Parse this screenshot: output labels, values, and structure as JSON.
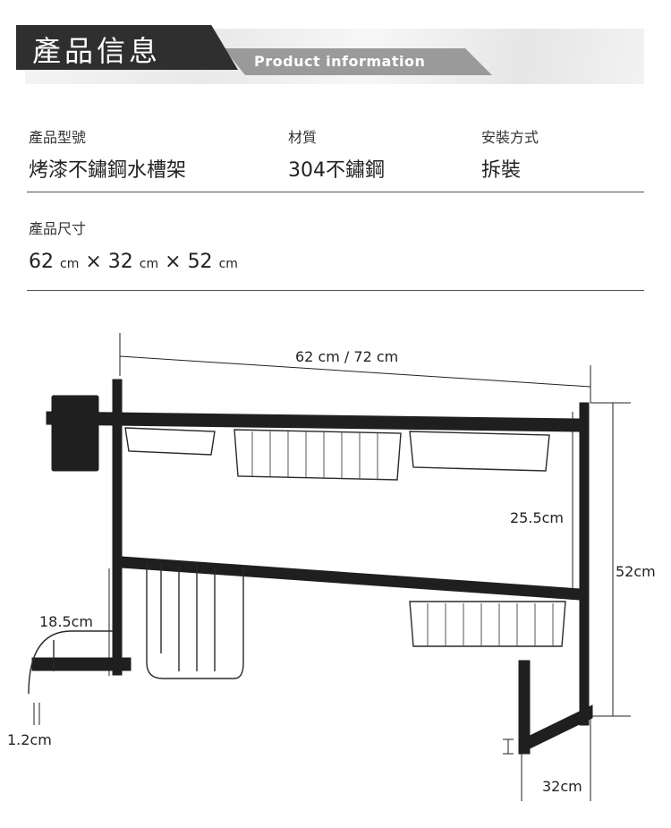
{
  "header": {
    "title": "產品信息",
    "subtitle": "Product information"
  },
  "specs": {
    "model_label": "產品型號",
    "model_value": "烤漆不鏽鋼水槽架",
    "material_label": "材質",
    "material_value": "304不鏽鋼",
    "install_label": "安裝方式",
    "install_value": "拆裝"
  },
  "size": {
    "label": "產品尺寸",
    "d1": "62",
    "d2": "32",
    "d3": "52",
    "unit": "cm",
    "sep": "×"
  },
  "dimensions": {
    "width": "62 cm / 72 cm",
    "tier_gap": "25.5cm",
    "height": "52cm",
    "side_height": "18.5cm",
    "foot": "1.2cm",
    "depth": "32cm"
  },
  "colors": {
    "rack": "#1f1f1f",
    "title_block": "#2f2f2f",
    "sub_block": "#9a9a9a"
  }
}
